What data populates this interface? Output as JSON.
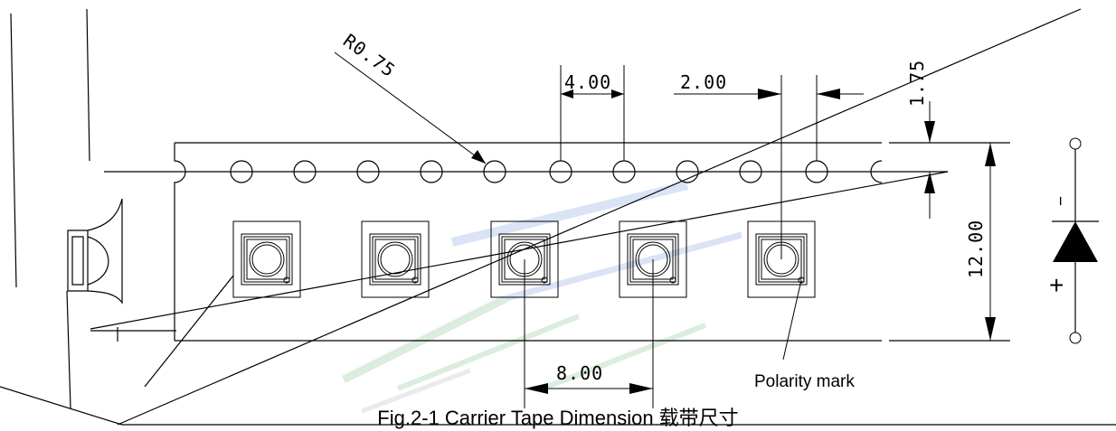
{
  "diagram": {
    "dimensions": {
      "radius": "R0.75",
      "pitch_holes": "4.00",
      "hole_to_pocket": "2.00",
      "edge_to_hole": "1.75",
      "tape_width": "12.00",
      "pocket_pitch": "8.00"
    },
    "annotation": "Polarity mark",
    "caption": "Fig.2-1 Carrier Tape Dimension 载带尺寸",
    "polarity": {
      "minus": "−",
      "plus": "+"
    }
  }
}
